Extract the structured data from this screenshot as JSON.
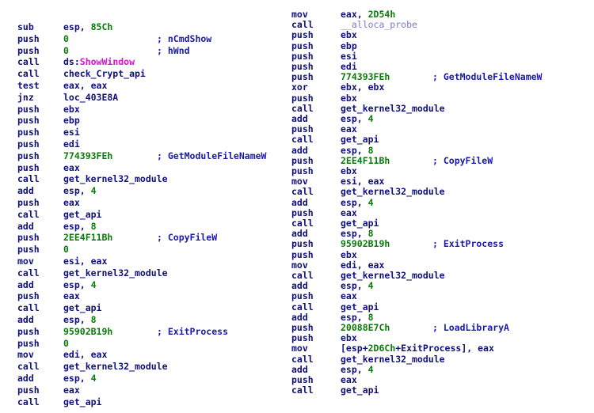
{
  "left": [
    {
      "m": "sub",
      "ops": [
        {
          "t": "esp, ",
          "c": "reg"
        },
        {
          "t": "85Ch",
          "c": "num"
        }
      ]
    },
    {
      "m": "push",
      "ops": [
        {
          "t": "0",
          "c": "num"
        }
      ],
      "cm": "; nCmdShow"
    },
    {
      "m": "push",
      "ops": [
        {
          "t": "0",
          "c": "num"
        }
      ],
      "cm": "; hWnd"
    },
    {
      "m": "call",
      "ops": [
        {
          "t": "ds:",
          "c": "seg"
        },
        {
          "t": "ShowWindow",
          "c": "api"
        }
      ]
    },
    {
      "m": "call",
      "ops": [
        {
          "t": "check_Crypt_api",
          "c": "func"
        }
      ]
    },
    {
      "m": "test",
      "ops": [
        {
          "t": "eax, eax",
          "c": "reg"
        }
      ]
    },
    {
      "m": "jnz",
      "ops": [
        {
          "t": "loc_403E8A",
          "c": "func"
        }
      ]
    },
    {
      "m": "push",
      "ops": [
        {
          "t": "ebx",
          "c": "reg"
        }
      ]
    },
    {
      "m": "push",
      "ops": [
        {
          "t": "ebp",
          "c": "reg"
        }
      ]
    },
    {
      "m": "push",
      "ops": [
        {
          "t": "esi",
          "c": "reg"
        }
      ]
    },
    {
      "m": "push",
      "ops": [
        {
          "t": "edi",
          "c": "reg"
        }
      ]
    },
    {
      "m": "push",
      "ops": [
        {
          "t": "774393FEh",
          "c": "num"
        }
      ],
      "cm": "; GetModuleFileNameW"
    },
    {
      "m": "push",
      "ops": [
        {
          "t": "eax",
          "c": "reg"
        }
      ]
    },
    {
      "m": "call",
      "ops": [
        {
          "t": "get_kernel32_module",
          "c": "func"
        }
      ]
    },
    {
      "m": "add",
      "ops": [
        {
          "t": "esp, ",
          "c": "reg"
        },
        {
          "t": "4",
          "c": "num"
        }
      ]
    },
    {
      "m": "push",
      "ops": [
        {
          "t": "eax",
          "c": "reg"
        }
      ]
    },
    {
      "m": "call",
      "ops": [
        {
          "t": "get_api",
          "c": "func"
        }
      ]
    },
    {
      "m": "add",
      "ops": [
        {
          "t": "esp, ",
          "c": "reg"
        },
        {
          "t": "8",
          "c": "num"
        }
      ]
    },
    {
      "m": "push",
      "ops": [
        {
          "t": "2EE4F11Bh",
          "c": "num"
        }
      ],
      "cm": "; CopyFileW"
    },
    {
      "m": "push",
      "ops": [
        {
          "t": "0",
          "c": "num"
        }
      ]
    },
    {
      "m": "mov",
      "ops": [
        {
          "t": "esi, eax",
          "c": "reg"
        }
      ]
    },
    {
      "m": "call",
      "ops": [
        {
          "t": "get_kernel32_module",
          "c": "func"
        }
      ]
    },
    {
      "m": "add",
      "ops": [
        {
          "t": "esp, ",
          "c": "reg"
        },
        {
          "t": "4",
          "c": "num"
        }
      ]
    },
    {
      "m": "push",
      "ops": [
        {
          "t": "eax",
          "c": "reg"
        }
      ]
    },
    {
      "m": "call",
      "ops": [
        {
          "t": "get_api",
          "c": "func"
        }
      ]
    },
    {
      "m": "add",
      "ops": [
        {
          "t": "esp, ",
          "c": "reg"
        },
        {
          "t": "8",
          "c": "num"
        }
      ]
    },
    {
      "m": "push",
      "ops": [
        {
          "t": "95902B19h",
          "c": "num"
        }
      ],
      "cm": "; ExitProcess"
    },
    {
      "m": "push",
      "ops": [
        {
          "t": "0",
          "c": "num"
        }
      ]
    },
    {
      "m": "mov",
      "ops": [
        {
          "t": "edi, eax",
          "c": "reg"
        }
      ]
    },
    {
      "m": "call",
      "ops": [
        {
          "t": "get_kernel32_module",
          "c": "func"
        }
      ]
    },
    {
      "m": "add",
      "ops": [
        {
          "t": "esp, ",
          "c": "reg"
        },
        {
          "t": "4",
          "c": "num"
        }
      ]
    },
    {
      "m": "push",
      "ops": [
        {
          "t": "eax",
          "c": "reg"
        }
      ]
    },
    {
      "m": "call",
      "ops": [
        {
          "t": "get_api",
          "c": "func"
        }
      ]
    }
  ],
  "right": [
    {
      "m": "mov",
      "ops": [
        {
          "t": "eax, ",
          "c": "reg"
        },
        {
          "t": "2D54h",
          "c": "num"
        }
      ]
    },
    {
      "m": "call",
      "ops": [
        {
          "t": "__alloca_probe",
          "c": "lib"
        }
      ]
    },
    {
      "m": "push",
      "ops": [
        {
          "t": "ebx",
          "c": "reg"
        }
      ]
    },
    {
      "m": "push",
      "ops": [
        {
          "t": "ebp",
          "c": "reg"
        }
      ]
    },
    {
      "m": "push",
      "ops": [
        {
          "t": "esi",
          "c": "reg"
        }
      ]
    },
    {
      "m": "push",
      "ops": [
        {
          "t": "edi",
          "c": "reg"
        }
      ]
    },
    {
      "m": "push",
      "ops": [
        {
          "t": "774393FEh",
          "c": "num"
        }
      ],
      "cm": "; GetModuleFileNameW"
    },
    {
      "m": "xor",
      "ops": [
        {
          "t": "ebx, ebx",
          "c": "reg"
        }
      ]
    },
    {
      "m": "push",
      "ops": [
        {
          "t": "ebx",
          "c": "reg"
        }
      ]
    },
    {
      "m": "call",
      "ops": [
        {
          "t": "get_kernel32_module",
          "c": "func"
        }
      ]
    },
    {
      "m": "add",
      "ops": [
        {
          "t": "esp, ",
          "c": "reg"
        },
        {
          "t": "4",
          "c": "num"
        }
      ]
    },
    {
      "m": "push",
      "ops": [
        {
          "t": "eax",
          "c": "reg"
        }
      ]
    },
    {
      "m": "call",
      "ops": [
        {
          "t": "get_api",
          "c": "func"
        }
      ]
    },
    {
      "m": "add",
      "ops": [
        {
          "t": "esp, ",
          "c": "reg"
        },
        {
          "t": "8",
          "c": "num"
        }
      ]
    },
    {
      "m": "push",
      "ops": [
        {
          "t": "2EE4F11Bh",
          "c": "num"
        }
      ],
      "cm": "; CopyFileW"
    },
    {
      "m": "push",
      "ops": [
        {
          "t": "ebx",
          "c": "reg"
        }
      ]
    },
    {
      "m": "mov",
      "ops": [
        {
          "t": "esi, eax",
          "c": "reg"
        }
      ]
    },
    {
      "m": "call",
      "ops": [
        {
          "t": "get_kernel32_module",
          "c": "func"
        }
      ]
    },
    {
      "m": "add",
      "ops": [
        {
          "t": "esp, ",
          "c": "reg"
        },
        {
          "t": "4",
          "c": "num"
        }
      ]
    },
    {
      "m": "push",
      "ops": [
        {
          "t": "eax",
          "c": "reg"
        }
      ]
    },
    {
      "m": "call",
      "ops": [
        {
          "t": "get_api",
          "c": "func"
        }
      ]
    },
    {
      "m": "add",
      "ops": [
        {
          "t": "esp, ",
          "c": "reg"
        },
        {
          "t": "8",
          "c": "num"
        }
      ]
    },
    {
      "m": "push",
      "ops": [
        {
          "t": "95902B19h",
          "c": "num"
        }
      ],
      "cm": "; ExitProcess"
    },
    {
      "m": "push",
      "ops": [
        {
          "t": "ebx",
          "c": "reg"
        }
      ]
    },
    {
      "m": "mov",
      "ops": [
        {
          "t": "edi, eax",
          "c": "reg"
        }
      ]
    },
    {
      "m": "call",
      "ops": [
        {
          "t": "get_kernel32_module",
          "c": "func"
        }
      ]
    },
    {
      "m": "add",
      "ops": [
        {
          "t": "esp, ",
          "c": "reg"
        },
        {
          "t": "4",
          "c": "num"
        }
      ]
    },
    {
      "m": "push",
      "ops": [
        {
          "t": "eax",
          "c": "reg"
        }
      ]
    },
    {
      "m": "call",
      "ops": [
        {
          "t": "get_api",
          "c": "func"
        }
      ]
    },
    {
      "m": "add",
      "ops": [
        {
          "t": "esp, ",
          "c": "reg"
        },
        {
          "t": "8",
          "c": "num"
        }
      ]
    },
    {
      "m": "push",
      "ops": [
        {
          "t": "20088E7Ch",
          "c": "num"
        }
      ],
      "cm": "; LoadLibraryA"
    },
    {
      "m": "push",
      "ops": [
        {
          "t": "ebx",
          "c": "reg"
        }
      ]
    },
    {
      "m": "mov",
      "ops": [
        {
          "t": "[esp+",
          "c": "reg"
        },
        {
          "t": "2D6Ch",
          "c": "num"
        },
        {
          "t": "+ExitProcess], eax",
          "c": "var"
        }
      ]
    },
    {
      "m": "call",
      "ops": [
        {
          "t": "get_kernel32_module",
          "c": "func"
        }
      ]
    },
    {
      "m": "add",
      "ops": [
        {
          "t": "esp, ",
          "c": "reg"
        },
        {
          "t": "4",
          "c": "num"
        }
      ]
    },
    {
      "m": "push",
      "ops": [
        {
          "t": "eax",
          "c": "reg"
        }
      ]
    },
    {
      "m": "call",
      "ops": [
        {
          "t": "get_api",
          "c": "func"
        }
      ]
    }
  ]
}
